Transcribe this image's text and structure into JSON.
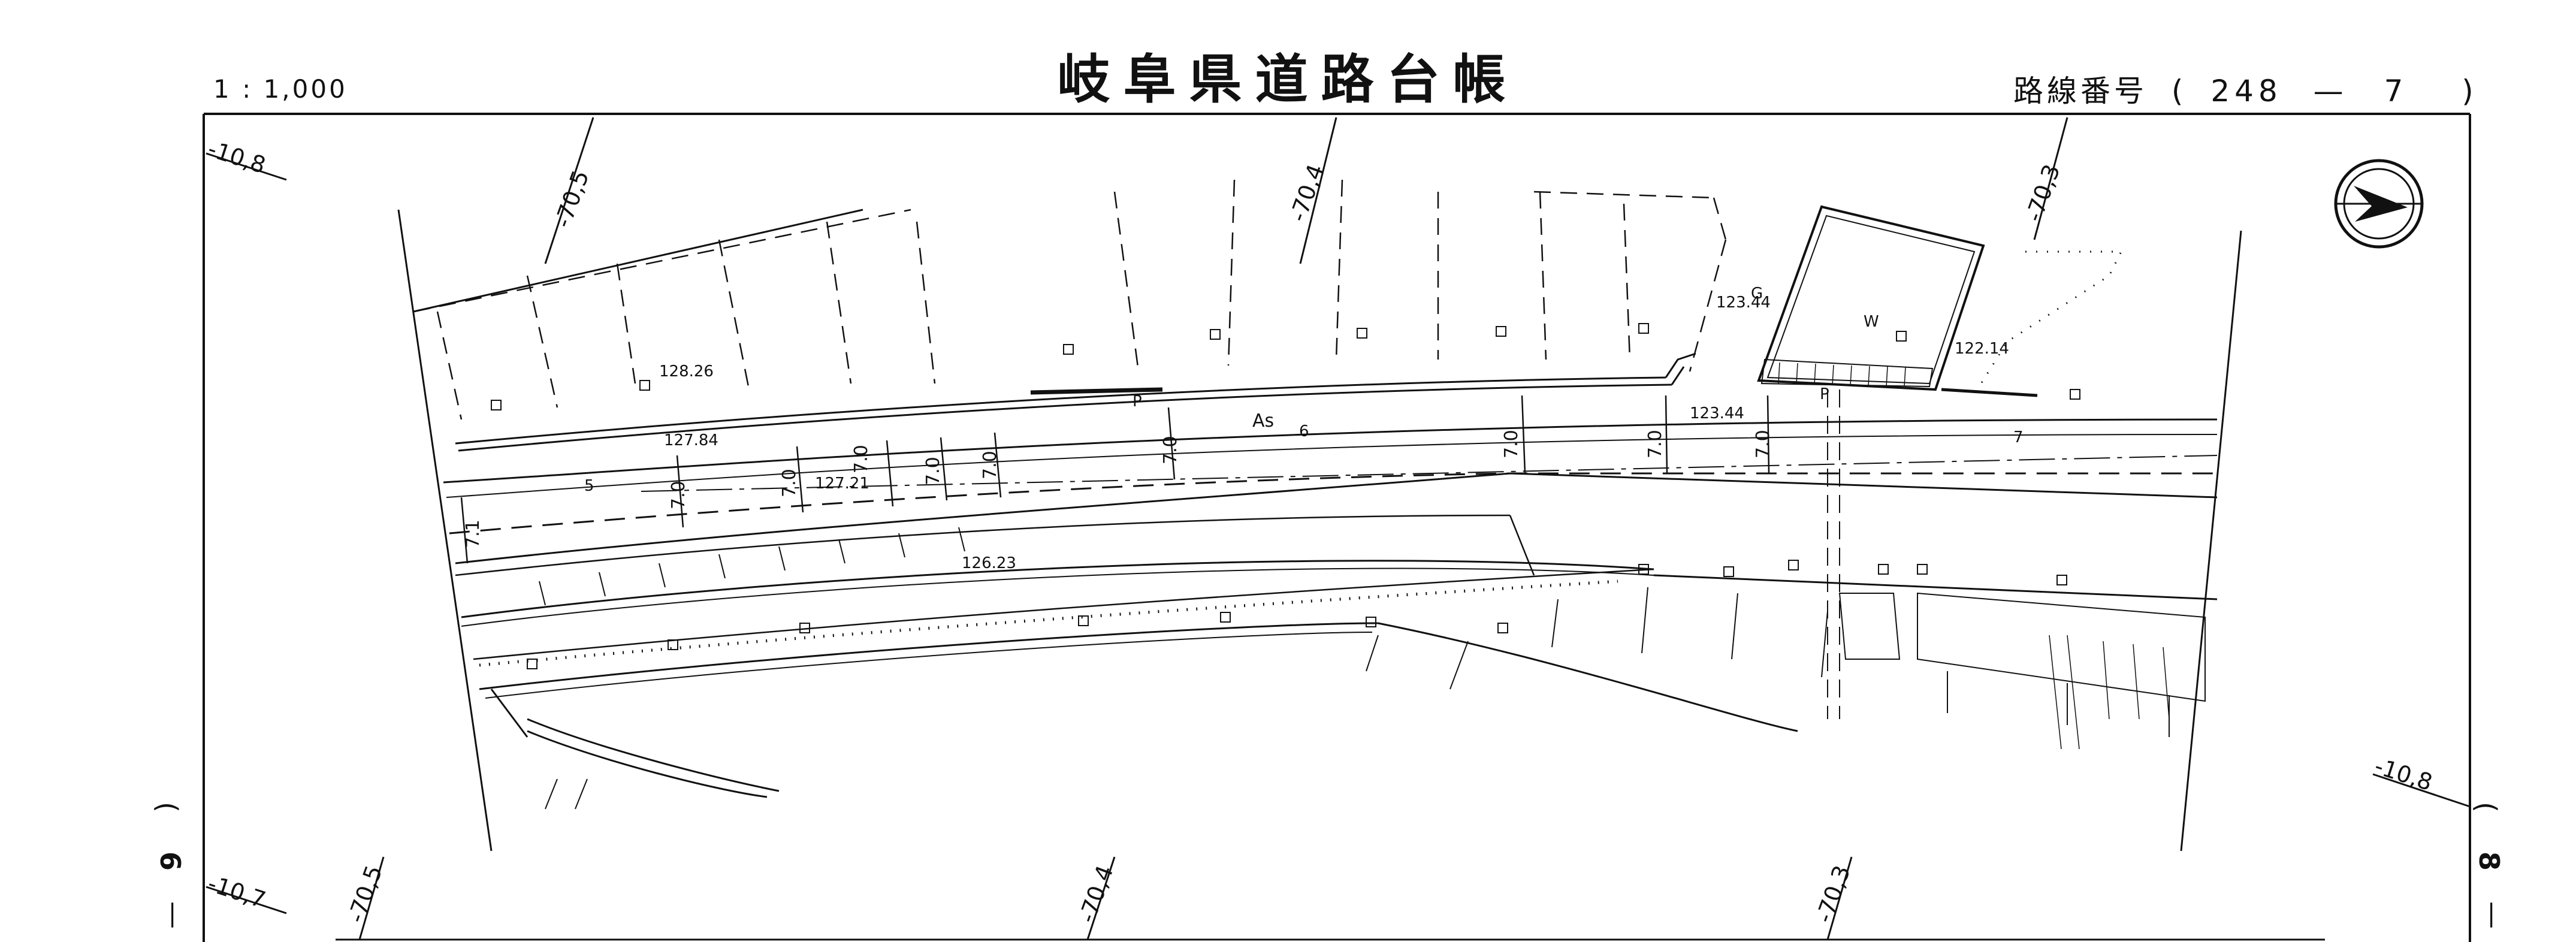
{
  "header": {
    "title": "岐阜県道路台帳",
    "scale": "1 : 1,000",
    "route_label": "路線番号",
    "route_open": "(",
    "route_number": "248",
    "route_dash": "—",
    "route_sub": "7",
    "route_close": ")"
  },
  "grid_labels": {
    "top_left": "-10,8",
    "top_1": "-70,5",
    "top_2": "-70,4",
    "top_3": "-70,3",
    "bottom_left": "-10,7",
    "bottom_1": "-70,5",
    "bottom_2": "-70,4",
    "bottom_3": "-70,3",
    "right": "-10,8"
  },
  "elevations": {
    "e1": "128.26",
    "e2": "127.84",
    "e3": "127.21",
    "e4": "126.23",
    "e5": "123.44",
    "e6": "123.44",
    "e7": "122.14"
  },
  "station_numbers": {
    "s5": "5",
    "s6": "6",
    "s7": "7"
  },
  "widths": {
    "w": "7.0",
    "w_short": "7.1"
  },
  "map_symbols": {
    "surface": "As",
    "p1": "P",
    "p2": "P",
    "water": "W",
    "g": "G"
  },
  "sheet_links": {
    "left_open": "(",
    "left_number": "6",
    "left_dash": "—",
    "right_open": "(",
    "right_number": "8",
    "right_dash": "—"
  }
}
